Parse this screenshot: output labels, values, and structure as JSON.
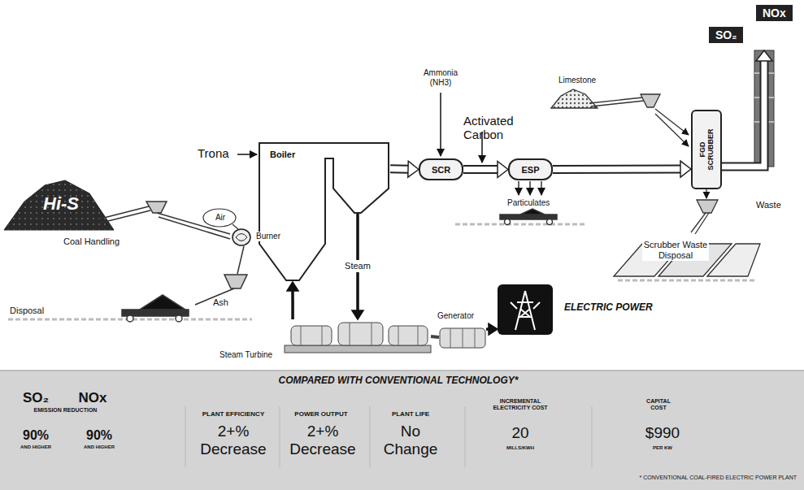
{
  "diagram": {
    "nodes": [
      {
        "text": [
          "Boiler"
        ]
      },
      {
        "text": [
          "Burner"
        ],
        "in": 0
      },
      {
        "text": [
          "SCR"
        ]
      },
      {
        "text": [
          "ESP"
        ]
      },
      {
        "text": [
          "FGD SCRUBBER"
        ]
      },
      {
        "text": [
          "NOx",
          "SO₂"
        ]
      },
      {
        "text": [
          "Steam Turbine"
        ]
      },
      {
        "text": [
          "Generator"
        ]
      },
      {
        "text": [
          "ELECTRIC POWER"
        ]
      }
    ],
    "edges": [
      {
        "from": 0,
        "to": 2,
        "arrow": "to"
      },
      {
        "from": 2,
        "to": 3,
        "arrow": "to"
      },
      {
        "from": 3,
        "to": 4,
        "arrow": "to"
      },
      {
        "from": 4,
        "to": 5,
        "arrow": "to"
      },
      {
        "from": 0,
        "to": 6,
        "label": "Steam",
        "arrow": "to"
      },
      {
        "from": 6,
        "to": 0,
        "arrow": "to"
      },
      {
        "from": 6,
        "to": 7,
        "arrow": "none"
      },
      {
        "from": 7,
        "to": 8,
        "arrow": "to"
      }
    ],
    "labels": [
      "Hi-S",
      "Coal Handling",
      "Air",
      "Trona",
      "Disposal",
      "Ash",
      "Ammonia (NH3)",
      "Activated Carbon",
      "Limestone",
      "Particulates",
      "Waste",
      "Scrubber Waste Disposal",
      "COMPARED WITH CONVENTIONAL TECHNOLOGY*",
      "SO₂",
      "NOx",
      "EMISSION REDUCTION",
      "PLANT EFFICIENCY",
      "POWER OUTPUT",
      "PLANT LIFE",
      "INCREMENTAL ELECTRICITY COST",
      "CAPITAL COST",
      "90%",
      "AND HIGHER",
      "90%",
      "AND HIGHER",
      "2+% Decrease",
      "2+% Decrease",
      "No Change",
      "20",
      "MILLS/KWH",
      "$990",
      "PER KW",
      "* CONVENTIONAL COAL-FIRED ELECTRIC POWER PLANT"
    ]
  }
}
